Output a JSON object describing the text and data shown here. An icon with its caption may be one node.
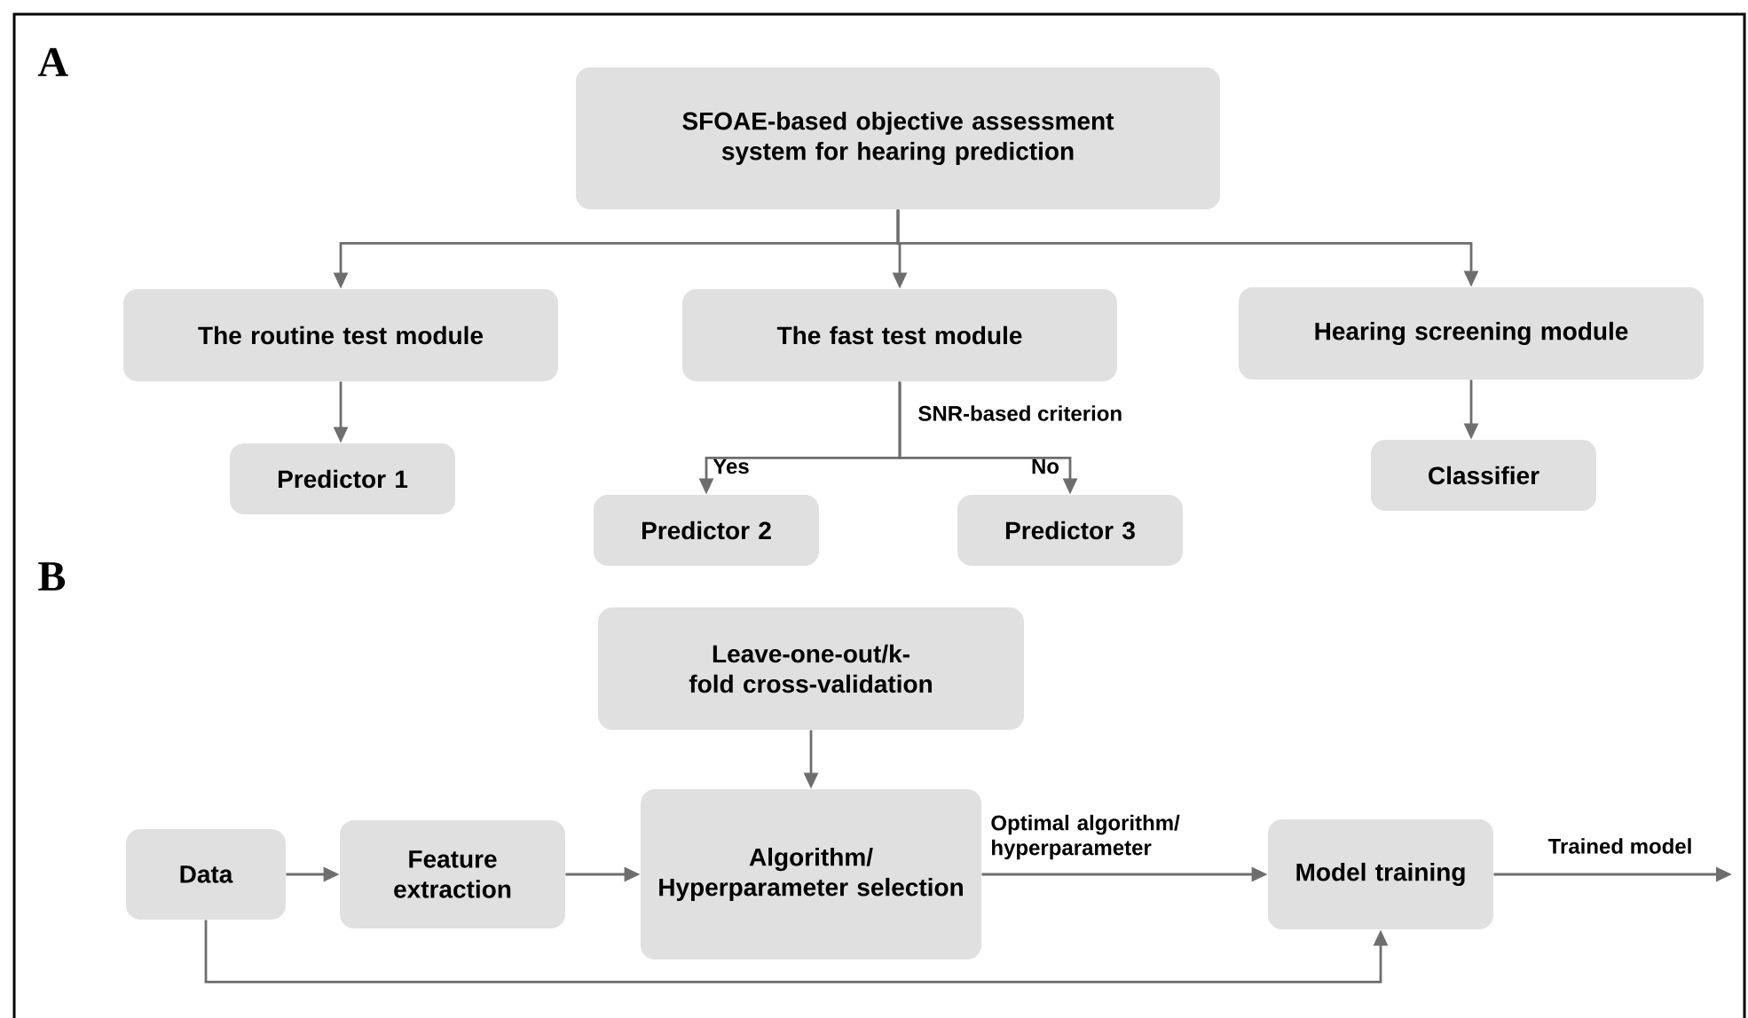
{
  "diagram": {
    "nodes": [
      {
        "text": [
          "SFOAE-based objective assessment system for hearing prediction"
        ]
      },
      {
        "text": [
          "The routine test module"
        ]
      },
      {
        "text": [
          "The fast test module"
        ]
      },
      {
        "text": [
          "Hearing screening module"
        ]
      },
      {
        "text": [
          "Predictor 1"
        ]
      },
      {
        "text": [
          "Predictor 2"
        ]
      },
      {
        "text": [
          "Predictor 3"
        ]
      },
      {
        "text": [
          "Classifier"
        ]
      },
      {
        "text": [
          "Leave-one-out/k-fold cross-validation"
        ]
      },
      {
        "text": [
          "Data"
        ]
      },
      {
        "text": [
          "Feature extraction"
        ]
      },
      {
        "text": [
          "Algorithm/ Hyperparameter selection"
        ]
      },
      {
        "text": [
          "Model training"
        ]
      }
    ],
    "edges": [
      {
        "from": 0,
        "to": 1,
        "arrow": "to"
      },
      {
        "from": 0,
        "to": 2,
        "arrow": "to"
      },
      {
        "from": 0,
        "to": 3,
        "arrow": "to"
      },
      {
        "from": 1,
        "to": 4,
        "arrow": "to"
      },
      {
        "from": 2,
        "to": 5,
        "arrow": "to",
        "label": "Yes"
      },
      {
        "from": 2,
        "to": 6,
        "arrow": "to",
        "label": "No"
      },
      {
        "from": 3,
        "to": 7,
        "arrow": "to"
      },
      {
        "from": 8,
        "to": 11,
        "arrow": "to"
      },
      {
        "from": 9,
        "to": 10,
        "arrow": "to"
      },
      {
        "from": 10,
        "to": 11,
        "arrow": "to"
      },
      {
        "from": 11,
        "to": 12,
        "arrow": "to",
        "label": "Optimal algorithm/ hyperparameter"
      },
      {
        "from": 9,
        "to": 12,
        "arrow": "to"
      },
      {
        "from": 12,
        "to": null,
        "arrow": "to",
        "label": "Trained model"
      }
    ],
    "labels": [
      "A",
      "SNR-based criterion",
      "B"
    ]
  }
}
